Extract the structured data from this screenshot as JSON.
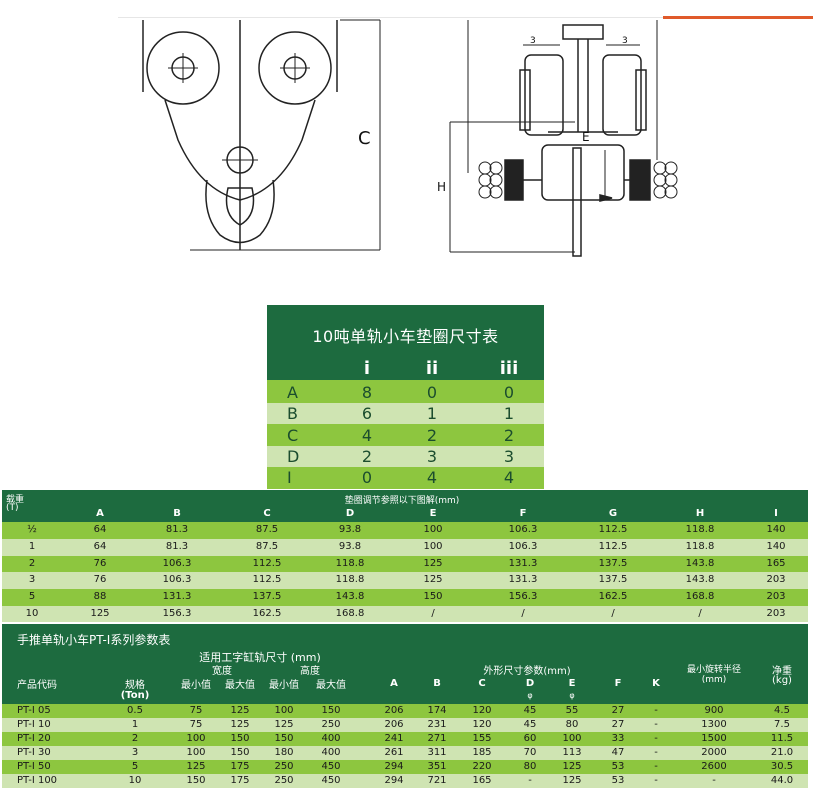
{
  "drawings": {
    "label_c": "C",
    "label_e": "E",
    "label_h": "H",
    "label_3a": "3",
    "label_3b": "3"
  },
  "washer_table": {
    "title": "10吨单轨小车垫圈尺寸表",
    "columns": [
      "i",
      "ii",
      "iii"
    ],
    "rows": [
      {
        "label": "A",
        "values": [
          "8",
          "0",
          "0"
        ]
      },
      {
        "label": "B",
        "values": [
          "6",
          "1",
          "1"
        ]
      },
      {
        "label": "C",
        "values": [
          "4",
          "2",
          "2"
        ]
      },
      {
        "label": "D",
        "values": [
          "2",
          "3",
          "3"
        ]
      },
      {
        "label": "I",
        "values": [
          "0",
          "4",
          "4"
        ]
      }
    ]
  },
  "adjust_table": {
    "load_label": "载重",
    "load_unit": "(T)",
    "caption": "垫圈调节参照以下图解(mm)",
    "columns": [
      "A",
      "B",
      "C",
      "D",
      "E",
      "F",
      "G",
      "H",
      "I"
    ],
    "rows": [
      {
        "load": "½",
        "values": [
          "64",
          "81.3",
          "87.5",
          "93.8",
          "100",
          "106.3",
          "112.5",
          "118.8",
          "140"
        ]
      },
      {
        "load": "1",
        "values": [
          "64",
          "81.3",
          "87.5",
          "93.8",
          "100",
          "106.3",
          "112.5",
          "118.8",
          "140"
        ]
      },
      {
        "load": "2",
        "values": [
          "76",
          "106.3",
          "112.5",
          "118.8",
          "125",
          "131.3",
          "137.5",
          "143.8",
          "165"
        ]
      },
      {
        "load": "3",
        "values": [
          "76",
          "106.3",
          "112.5",
          "118.8",
          "125",
          "131.3",
          "137.5",
          "143.8",
          "203"
        ]
      },
      {
        "load": "5",
        "values": [
          "88",
          "131.3",
          "137.5",
          "143.8",
          "150",
          "156.3",
          "162.5",
          "168.8",
          "203"
        ]
      },
      {
        "load": "10",
        "values": [
          "125",
          "156.3",
          "162.5",
          "168.8",
          "/",
          "/",
          "/",
          "/",
          "203"
        ]
      }
    ]
  },
  "spec_table": {
    "title": "手推单轨小车PT-I系列参数表",
    "beam_header": "适用工字缸轨尺寸 (mm)",
    "width_header": "宽度",
    "height_header": "高度",
    "outer_header": "外形尺寸参数(mm)",
    "radius_header": "最小旋转半径",
    "radius_unit": "(mm)",
    "weight_header": "净重",
    "weight_unit": "(kg)",
    "code_header": "产品代码",
    "spec_header": "规格",
    "spec_unit": "(Ton)",
    "min_label_1": "最小值",
    "max_label_1": "最大值",
    "min_label_2": "最小值",
    "max_label_2": "最大值",
    "dim_cols": [
      "A",
      "B",
      "C",
      "D",
      "E",
      "F",
      "K"
    ],
    "phi_d": "φ",
    "phi_e": "φ",
    "rows": [
      {
        "code": "PT-I 05",
        "ton": "0.5",
        "wmin": "75",
        "wmax": "125",
        "hmin": "100",
        "hmax": "150",
        "a": "206",
        "b": "174",
        "c": "120",
        "d": "45",
        "e": "55",
        "f": "27",
        "k": "-",
        "radius": "900",
        "weight": "4.5"
      },
      {
        "code": "PT-I 10",
        "ton": "1",
        "wmin": "75",
        "wmax": "125",
        "hmin": "125",
        "hmax": "250",
        "a": "206",
        "b": "231",
        "c": "120",
        "d": "45",
        "e": "80",
        "f": "27",
        "k": "-",
        "radius": "1300",
        "weight": "7.5"
      },
      {
        "code": "PT-I 20",
        "ton": "2",
        "wmin": "100",
        "wmax": "150",
        "hmin": "150",
        "hmax": "400",
        "a": "241",
        "b": "271",
        "c": "155",
        "d": "60",
        "e": "100",
        "f": "33",
        "k": "-",
        "radius": "1500",
        "weight": "11.5"
      },
      {
        "code": "PT-I 30",
        "ton": "3",
        "wmin": "100",
        "wmax": "150",
        "hmin": "180",
        "hmax": "400",
        "a": "261",
        "b": "311",
        "c": "185",
        "d": "70",
        "e": "113",
        "f": "47",
        "k": "-",
        "radius": "2000",
        "weight": "21.0"
      },
      {
        "code": "PT-I 50",
        "ton": "5",
        "wmin": "125",
        "wmax": "175",
        "hmin": "250",
        "hmax": "450",
        "a": "294",
        "b": "351",
        "c": "220",
        "d": "80",
        "e": "125",
        "f": "53",
        "k": "-",
        "radius": "2600",
        "weight": "30.5"
      },
      {
        "code": "PT-I 100",
        "ton": "10",
        "wmin": "150",
        "wmax": "175",
        "hmin": "250",
        "hmax": "450",
        "a": "294",
        "b": "721",
        "c": "165",
        "d": "-",
        "e": "125",
        "f": "53",
        "k": "-",
        "radius": "-",
        "weight": "44.0"
      }
    ]
  }
}
